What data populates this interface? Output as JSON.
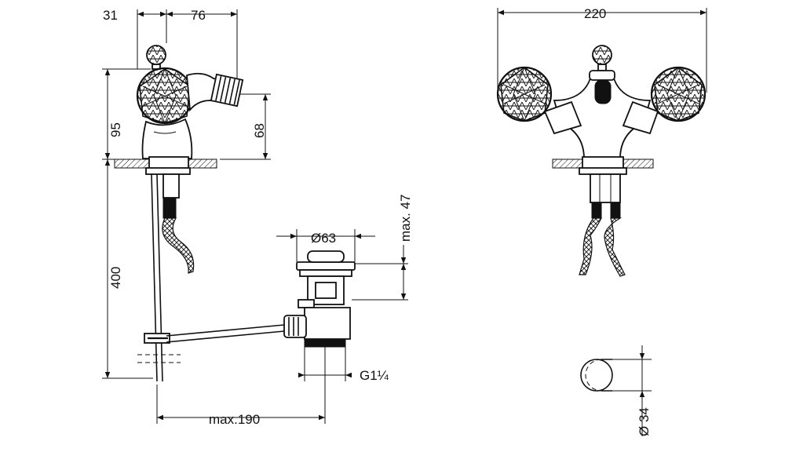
{
  "dimensions": {
    "d31": "31",
    "d76": "76",
    "d95": "95",
    "d68": "68",
    "d400": "400",
    "dmax190": "max.190",
    "dphi63": "Ø63",
    "dmax47": "max. 47",
    "dg114": "G1¼",
    "d220": "220",
    "dphi34": "Ø 34"
  },
  "colors": {
    "line": "#111111",
    "background": "#ffffff"
  }
}
